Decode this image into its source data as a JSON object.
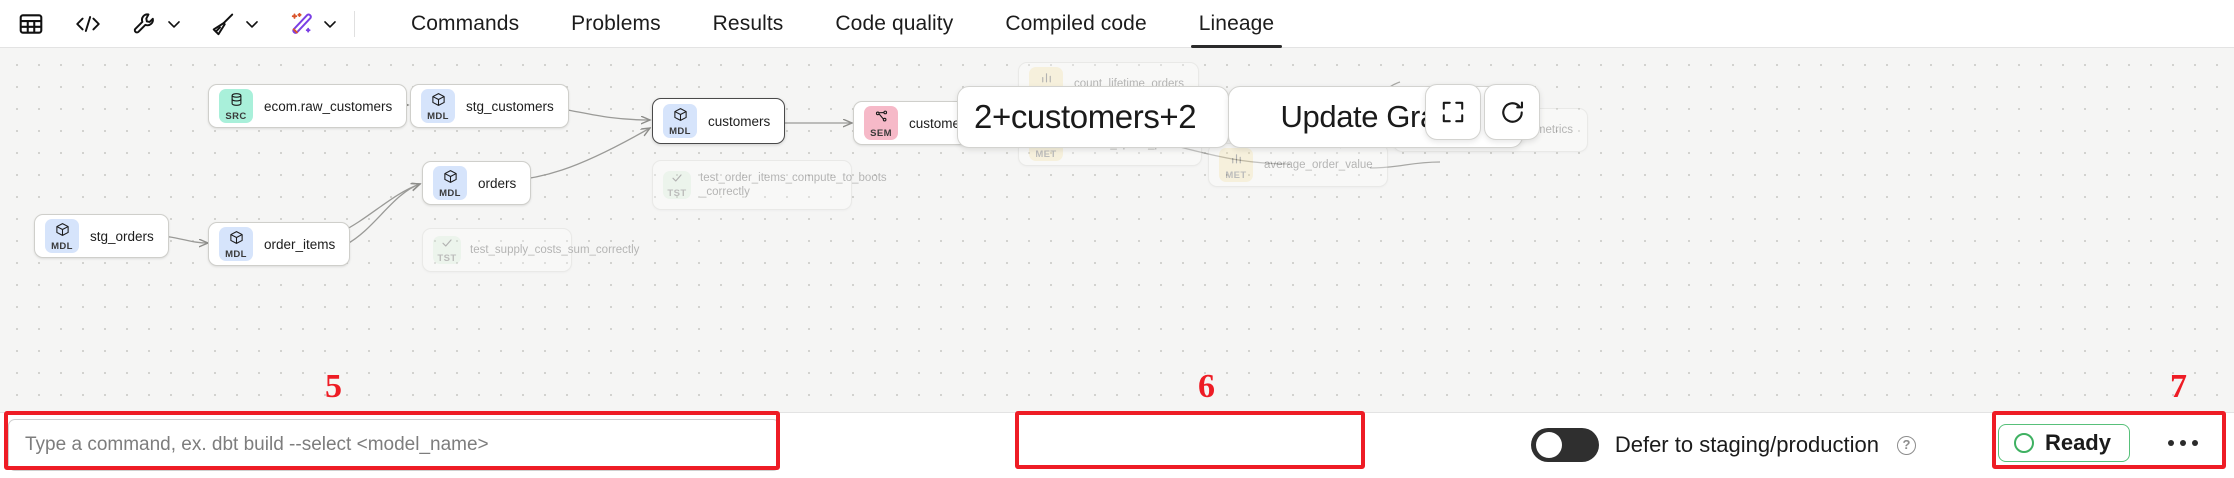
{
  "toolbar": {
    "items": [
      {
        "name": "table-view-icon",
        "label": "Table view"
      },
      {
        "name": "code-view-icon",
        "label": "Code view"
      },
      {
        "name": "wrench-icon",
        "label": "Build tools",
        "caret": true
      },
      {
        "name": "broom-icon",
        "label": "Format / clean",
        "caret": true
      },
      {
        "name": "magic-wand-icon",
        "label": "AI assist",
        "caret": true
      }
    ]
  },
  "tabs": [
    {
      "label": "Commands",
      "active": false
    },
    {
      "label": "Problems",
      "active": false
    },
    {
      "label": "Results",
      "active": false
    },
    {
      "label": "Code quality",
      "active": false
    },
    {
      "label": "Compiled code",
      "active": false
    },
    {
      "label": "Lineage",
      "active": true
    }
  ],
  "lineage": {
    "nodes": [
      {
        "id": "ecom-raw-customers",
        "label": "ecom.raw_customers",
        "badge": "SRC",
        "badge_class": "b-src",
        "glyph": "database-icon"
      },
      {
        "id": "stg-customers",
        "label": "stg_customers",
        "badge": "MDL",
        "badge_class": "b-mdl",
        "glyph": "cube-icon"
      },
      {
        "id": "customers-mdl",
        "label": "customers",
        "badge": "MDL",
        "badge_class": "b-mdl",
        "glyph": "cube-icon"
      },
      {
        "id": "customers-sem",
        "label": "customers",
        "badge": "SEM",
        "badge_class": "b-sem",
        "glyph": "graph-icon"
      },
      {
        "id": "stg-orders",
        "label": "stg_orders",
        "badge": "MDL",
        "badge_class": "b-mdl",
        "glyph": "cube-icon"
      },
      {
        "id": "order-items",
        "label": "order_items",
        "badge": "MDL",
        "badge_class": "b-mdl",
        "glyph": "cube-icon"
      },
      {
        "id": "orders",
        "label": "orders",
        "badge": "MDL",
        "badge_class": "b-mdl",
        "glyph": "cube-icon"
      },
      {
        "id": "test-order-items",
        "label": "test_order_items_compute_to_boots\n_correctly",
        "badge": "TST",
        "badge_class": "b-tst",
        "glyph": "check-icon"
      },
      {
        "id": "test-supply-costs",
        "label": "test_supply_costs_sum_correctly",
        "badge": "TST",
        "badge_class": "b-tst",
        "glyph": "check-icon"
      },
      {
        "id": "count-lifetime-orders",
        "label": "count_lifetime_orders",
        "badge": "MET",
        "badge_class": "b-met",
        "glyph": "chart-icon"
      },
      {
        "id": "lifetime-spend-pretax",
        "label": "lifetime_spend_pretax",
        "badge": "MET",
        "badge_class": "b-met",
        "glyph": "chart-icon"
      },
      {
        "id": "average-order-value",
        "label": "average_order_value",
        "badge": "MET",
        "badge_class": "b-met",
        "glyph": "chart-icon"
      },
      {
        "id": "customer-order-metrics",
        "label": "customer_order_metrics",
        "badge": "SVQ",
        "badge_class": "b-svq",
        "glyph": "layers-icon"
      }
    ],
    "selector_text": "2+customers+2",
    "update_graph_label": "Update Graph",
    "fullscreen_icon": "expand-icon",
    "refresh_icon": "refresh-icon"
  },
  "bottom": {
    "command_placeholder": "Type a command, ex. dbt build --select <model_name>",
    "command_value": "",
    "defer_label": "Defer to staging/production",
    "defer_enabled": false,
    "help_glyph": "?",
    "status_label": "Ready",
    "status_color": "#3fb162",
    "more_icon": "more-horizontal-icon"
  },
  "annotations": [
    {
      "number": "5",
      "target": "command-input"
    },
    {
      "number": "6",
      "target": "defer-toggle"
    },
    {
      "number": "7",
      "target": "status-ready"
    }
  ]
}
